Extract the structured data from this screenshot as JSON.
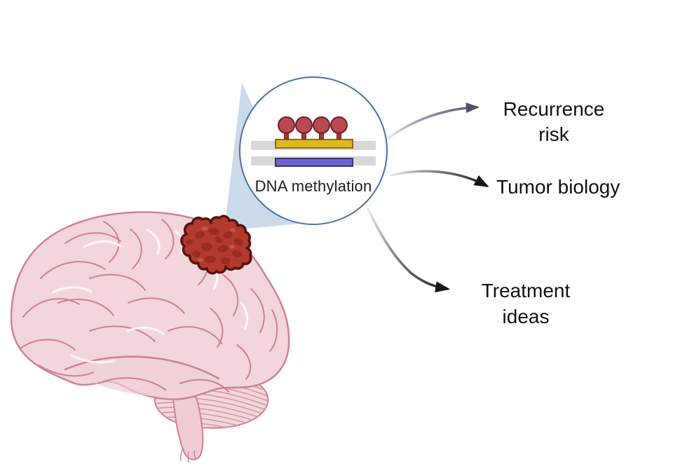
{
  "figure": {
    "description": "Brain tumor DNA methylation schematic",
    "background_color": "#ffffff",
    "magnifier": {
      "label": "DNA methylation",
      "border_color": "#4a70a8",
      "strand_color": "#d8d8d8",
      "methylated_strand_bar_color": "#dcb91c",
      "unmethylated_strand_bar_color": "#6a65cc",
      "methyl_group_color": "#bb4a50",
      "methyl_group_count": 4
    },
    "brain": {
      "fill_color": "#f3d6db",
      "outline_color": "#ce8292",
      "tumor_fill_color": "#b13a2c",
      "tumor_outline_color": "#551310",
      "zoom_cone_color": "#cbdbe9"
    },
    "outcomes": {
      "recurrence": {
        "line1": "Recurrence",
        "line2": "risk",
        "arrow_tip_color": "#4e5268"
      },
      "tumor": {
        "line1": "Tumor biology",
        "arrow_tip_color": "#161616"
      },
      "treatment": {
        "line1": "Treatment",
        "line2": "ideas",
        "arrow_tip_color": "#161616"
      }
    }
  }
}
